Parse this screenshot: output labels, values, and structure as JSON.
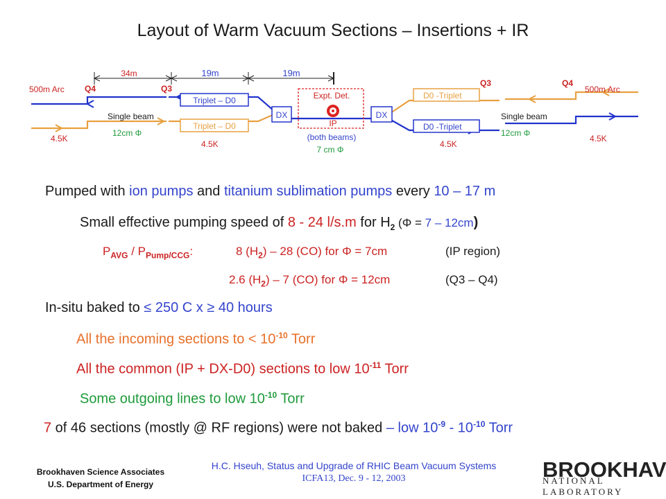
{
  "title": "Layout of Warm Vacuum Sections – Insertions + IR",
  "diagram": {
    "dist_34m": "34m",
    "dist_19m_a": "19m",
    "dist_19m_b": "19m",
    "arc_left": "500m Arc",
    "arc_right": "500m Arc",
    "q4_left": "Q4",
    "q3_left": "Q3",
    "q3_right": "Q3",
    "q4_right": "Q4",
    "triplet_top": "Triplet – D0",
    "triplet_bottom": "Triplet – D0",
    "d0_top": "D0 -Triplet",
    "d0_bottom": "D0 -Triplet",
    "dx_left": "DX",
    "dx_right": "DX",
    "expt_det": "Expt. Det.",
    "ip": "IP",
    "both_beams": "(both beams)",
    "ip_size": "7 cm Φ",
    "single_beam_left": "Single beam",
    "single_beam_right": "Single beam",
    "size_left": "12cm Φ",
    "size_right": "12cm Φ",
    "temp_left": "4.5K",
    "temp_mid_left": "4.5K",
    "temp_mid_right": "4.5K",
    "temp_right": "4.5K",
    "colors": {
      "blue": "#2233cc",
      "orange": "#e8a040",
      "red": "#dd2222",
      "green": "#1e9a3a"
    }
  },
  "lines": {
    "l1_a": "Pumped with ",
    "l1_b": "ion pumps",
    "l1_c": " and ",
    "l1_d": "titanium sublimation pumps",
    "l1_e": " every ",
    "l1_f": "10 – 17 m",
    "l2_a": "Small effective pumping speed of ",
    "l2_b": "8 - 24 l/s.m",
    "l2_c": " for H",
    "l2_sub": "2",
    "l2_d": " (Φ = ",
    "l2_e": "7 – 12cm",
    "l2_f": ")",
    "l3_p1": "P",
    "l3_sub1": "AVG",
    "l3_mid": " / P",
    "l3_sub2": "Pump/CCG",
    "l3_colon": ":",
    "l3_a": "8 (H",
    "l3_sub3": "2",
    "l3_b": ") – 28 (CO) for Φ = 7cm",
    "l3_c": "(IP region)",
    "l4_a": "2.6 (H",
    "l4_sub": "2",
    "l4_b": ") –  7 (CO) for Φ = 12cm",
    "l4_c": "(Q3 – Q4)",
    "l5_a": "In-situ baked to ",
    "l5_b": "≤ 250 C x ≥ 40 hours",
    "l6_a": "All the incoming sections to ",
    "l6_b": "< 10",
    "l6_sup": "-10",
    "l6_c": " Torr",
    "l7_a": "All the common (IP + DX-D0) sections to  low 10",
    "l7_sup": "-11",
    "l7_c": " Torr",
    "l8_a": "Some outgoing lines to low 10",
    "l8_sup": "-10",
    "l8_c": " Torr",
    "l9_a": "7",
    "l9_b": " of 46 sections (mostly @ RF regions) were not baked ",
    "l9_c": "– low 10",
    "l9_sup1": "-9",
    "l9_d": " - 10",
    "l9_sup2": "-10",
    "l9_e": " Torr"
  },
  "footer": {
    "org1": "Brookhaven Science Associates",
    "org2": "U.S. Department of Energy",
    "author": "H.C. Hseuh, Status and Upgrade of RHIC Beam Vacuum Systems",
    "conf": "ICFA13, Dec. 9 - 12, 2003",
    "logo": "BROOKHAVEN",
    "logo_sub": "NATIONAL LABORATORY"
  }
}
